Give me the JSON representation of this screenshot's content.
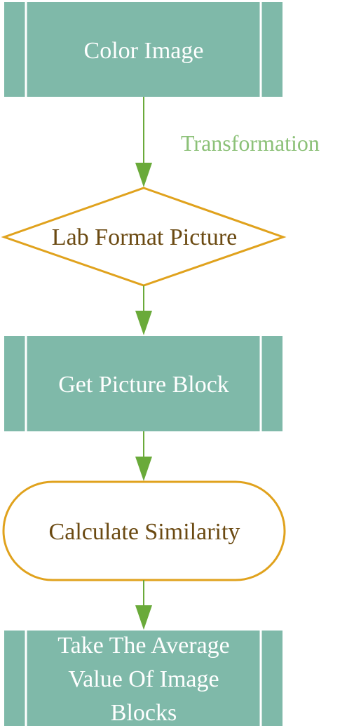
{
  "diagram": {
    "nodes": {
      "color_image": {
        "label": "Color Image"
      },
      "lab_format": {
        "label": "Lab Format Picture"
      },
      "get_block": {
        "label": "Get Picture Block"
      },
      "calc_similarity": {
        "label": "Calculate Similarity"
      },
      "take_average": {
        "line1": "Take The Average",
        "line2": "Value Of Image",
        "line3": "Blocks"
      }
    },
    "edges": {
      "transform_label": "Transformation"
    }
  },
  "colors": {
    "process_fill": "#7fb9a9",
    "process_text": "#ffffff",
    "decision_stroke": "#e0a21d",
    "decision_text": "#6b4a12",
    "arrow": "#6aaa3a",
    "edge_label": "#8cc178"
  }
}
